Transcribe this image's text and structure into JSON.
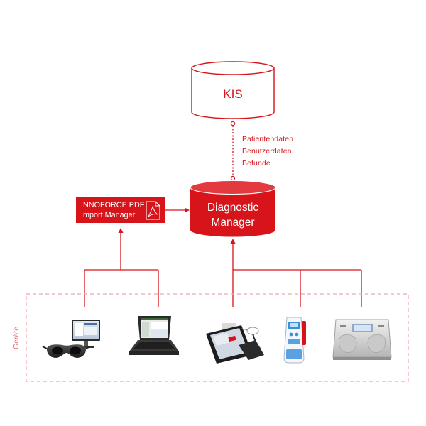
{
  "kis": {
    "label": "KIS"
  },
  "kis_link": {
    "lines": [
      "Patientendaten",
      "Benutzerdaten",
      "Befunde"
    ]
  },
  "diagnostic_manager": {
    "line1": "Diagnostic",
    "line2": "Manager"
  },
  "import_manager": {
    "line1": "INNOFORCE PDF",
    "line2": "Import Manager"
  },
  "devices_group": {
    "label": "Geräte"
  },
  "colors": {
    "accent": "#d7141a",
    "dash": "#f2a6ab",
    "white": "#ffffff"
  }
}
